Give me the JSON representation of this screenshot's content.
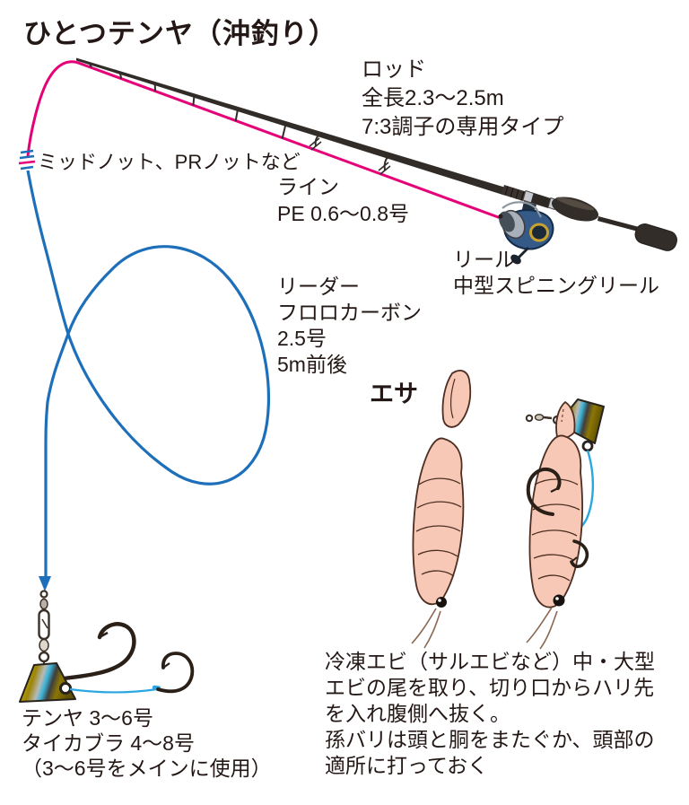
{
  "title": "ひとつテンヤ（沖釣り）",
  "colors": {
    "text": "#231815",
    "pe_line": "#e60077",
    "leader_line": "#1d6fba",
    "assist_line": "#2aa7e0",
    "tenya_gold": "#9c8406",
    "shrimp": "#f7c8b6",
    "rod": "#322c28",
    "reel_body": "#355a88",
    "reel_ring": "#c8a12e"
  },
  "labels": {
    "rod": {
      "lines": [
        "ロッド",
        "全長2.3〜2.5m",
        "7:3調子の専用タイプ"
      ]
    },
    "knot": {
      "text": "ミッドノット、PRノットなど"
    },
    "line": {
      "lines": [
        "ライン",
        "PE 0.6〜0.8号"
      ]
    },
    "reel": {
      "lines": [
        "リール",
        "中型スピニングリール"
      ]
    },
    "leader": {
      "lines": [
        "リーダー",
        "フロロカーボン",
        "2.5号",
        "5m前後"
      ]
    },
    "bait": {
      "text": "エサ"
    },
    "tenya": {
      "lines": [
        "テンヤ 3〜6号",
        "タイカブラ 4〜8号",
        "（3〜6号をメインに使用）"
      ]
    },
    "bait_note": {
      "lines": [
        "冷凍エビ（サルエビなど）中・大型",
        "エビの尾を取り、切り口からハリ先",
        "を入れ腹側へ抜く。",
        "孫バリは頭と胴をまたぐか、頭部の",
        "適所に打っておく"
      ]
    }
  }
}
